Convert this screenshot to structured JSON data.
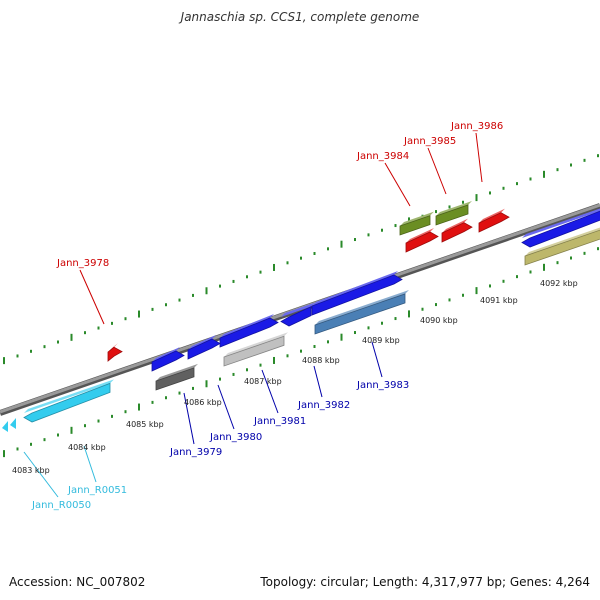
{
  "title": "Jannaschia sp. CCS1, complete genome",
  "footer": {
    "accession": "Accession: NC_007802",
    "topology": "Topology: circular; Length: 4,317,977 bp; Genes: 4,264"
  },
  "colors": {
    "backbone": "#8a8a8a",
    "tick": "#2a8a2a",
    "red": "#e01010",
    "olive": "#6b8e23",
    "blue": "#1a1ae6",
    "steelblue": "#4a7fb5",
    "lightgray": "#c0c0c0",
    "darkgray": "#606060",
    "khaki": "#bdb76b",
    "cyan": "#33ccee",
    "label_red": "#cc0000",
    "label_blue": "#0000aa",
    "label_cyan": "#33bbdd"
  },
  "scale_labels": [
    "4083 kbp",
    "4084 kbp",
    "4085 kbp",
    "4086 kbp",
    "4087 kbp",
    "4088 kbp",
    "4089 kbp",
    "4090 kbp",
    "4091 kbp",
    "4092 kbp"
  ],
  "gene_labels": [
    {
      "name": "Jann_3978",
      "color": "label_red"
    },
    {
      "name": "Jann_3984",
      "color": "label_red"
    },
    {
      "name": "Jann_3985",
      "color": "label_red"
    },
    {
      "name": "Jann_3986",
      "color": "label_red"
    },
    {
      "name": "Jann_3979",
      "color": "label_blue"
    },
    {
      "name": "Jann_3980",
      "color": "label_blue"
    },
    {
      "name": "Jann_3981",
      "color": "label_blue"
    },
    {
      "name": "Jann_3982",
      "color": "label_blue"
    },
    {
      "name": "Jann_3983",
      "color": "label_blue"
    },
    {
      "name": "Jann_R0051",
      "color": "label_cyan"
    },
    {
      "name": "Jann_R0050",
      "color": "label_cyan"
    }
  ]
}
